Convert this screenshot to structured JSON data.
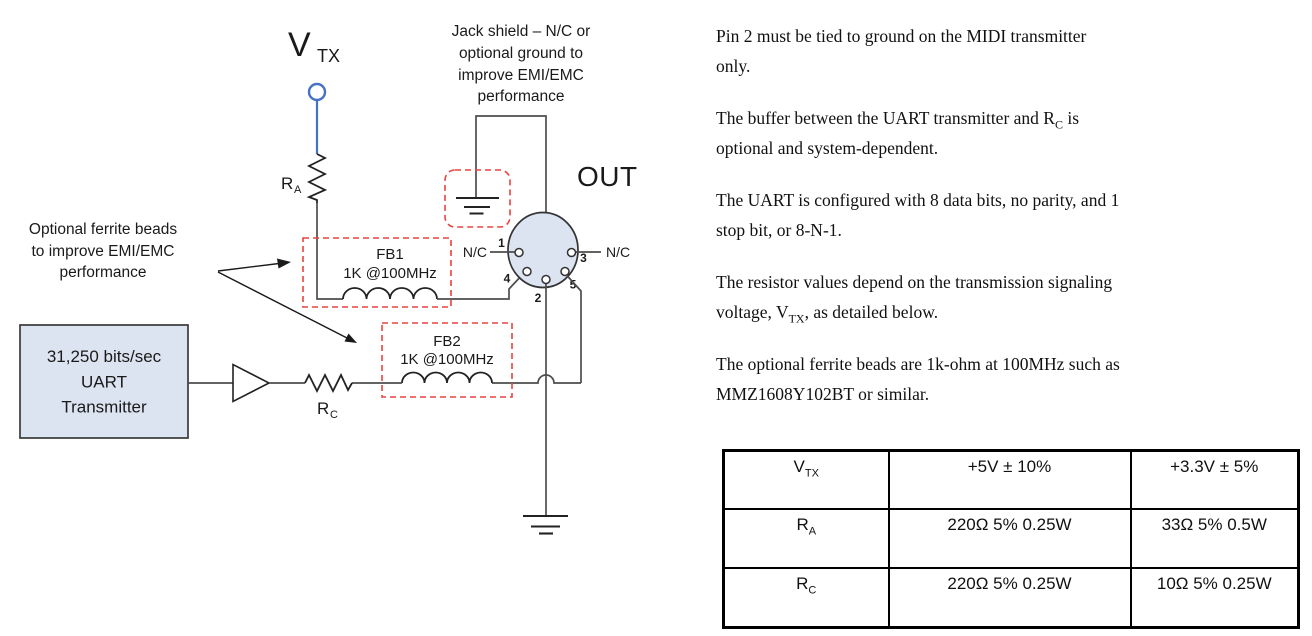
{
  "diagram": {
    "vtx": {
      "main": "V",
      "sub": "TX"
    },
    "ra": {
      "main": "R",
      "sub": "A"
    },
    "rc": {
      "main": "R",
      "sub": "C"
    },
    "out_label": "OUT",
    "jack_note": {
      "l1": "Jack shield – N/C or",
      "l2": "optional ground to",
      "l3": "improve EMI/EMC",
      "l4": "performance"
    },
    "ferrite_note": {
      "l1": "Optional ferrite beads",
      "l2": "to improve EMI/EMC",
      "l3": "performance"
    },
    "fb1": {
      "name": "FB1",
      "value": "1K @100MHz"
    },
    "fb2": {
      "name": "FB2",
      "value": "1K @100MHz"
    },
    "uart": {
      "l1": "31,250 bits/sec",
      "l2": "UART",
      "l3": "Transmitter"
    },
    "nc_left": "N/C",
    "nc_right": "N/C",
    "pin1": "1",
    "pin2": "2",
    "pin3": "3",
    "pin4": "4",
    "pin5": "5"
  },
  "notes": {
    "p1": {
      "line1": "Pin 2 must be tied to ground on the MIDI transmitter",
      "line2": "only."
    },
    "p2": {
      "seg1": "The buffer between the UART transmitter and R",
      "sub1": "C",
      "seg2": " is",
      "line2": "optional and system-dependent."
    },
    "p3": {
      "line1": "The UART is configured with 8 data bits, no parity, and 1",
      "line2": "stop bit, or 8-N-1."
    },
    "p4": {
      "line1": "The resistor values depend on the transmission signaling",
      "line2a": "voltage, V",
      "sub1": "TX",
      "line2b": ", as detailed below."
    },
    "p5": {
      "line1": "The optional ferrite beads are 1k-ohm at 100MHz such as",
      "line2": "MMZ1608Y102BT or similar."
    }
  },
  "table": {
    "header": {
      "main": "V",
      "sub": "TX",
      "c2": "+5V ± 10%",
      "c3": "+3.3V ± 5%"
    },
    "rows": [
      {
        "main": "R",
        "sub": "A",
        "c2": "220Ω 5% 0.25W",
        "c3": "33Ω 5% 0.5W"
      },
      {
        "main": "R",
        "sub": "C",
        "c2": "220Ω 5% 0.25W",
        "c3": "10Ω 5% 0.25W"
      }
    ]
  },
  "colors": {
    "accent_blue": "#4472c4",
    "highlight_red": "#e8433e",
    "component_fill": "#dce3f1",
    "wire": "#4d4d4d"
  }
}
